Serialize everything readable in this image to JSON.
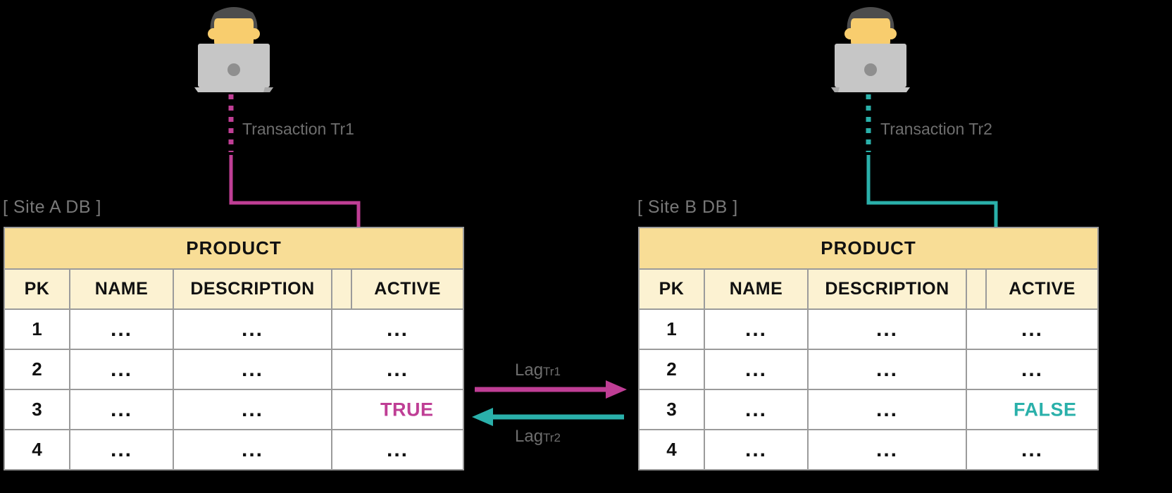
{
  "colors": {
    "tr1": "#bf3e95",
    "tr2": "#2ab0aa",
    "table_title_bg": "#f8dd96",
    "table_header_bg": "#fcf2d2",
    "table_border": "#9b9b9b",
    "label_text": "#6e6e6e",
    "background": "#000000",
    "shirt": "#f05454",
    "hair": "#4d4d4d",
    "skin": "#f8cd6e",
    "laptop": "#c6c6c6"
  },
  "sites": [
    {
      "id": "site-a",
      "label": "[ Site A DB ]",
      "actor_icon": "person-at-laptop-icon",
      "transaction_label": "Transaction Tr1",
      "accent": "#bf3e95",
      "table": {
        "title": "PRODUCT",
        "columns": [
          "PK",
          "NAME",
          "DESCRIPTION",
          "ACTIVE"
        ],
        "rows": [
          {
            "pk": "1",
            "name": "...",
            "description": "...",
            "active": "..."
          },
          {
            "pk": "2",
            "name": "...",
            "description": "...",
            "active": "..."
          },
          {
            "pk": "3",
            "name": "...",
            "description": "...",
            "active": ""
          },
          {
            "pk": "4",
            "name": "...",
            "description": "...",
            "active": "..."
          }
        ],
        "highlight_row_index": 2,
        "highlight_value": "TRUE"
      }
    },
    {
      "id": "site-b",
      "label": "[ Site B DB ]",
      "actor_icon": "person-at-laptop-icon",
      "transaction_label": "Transaction Tr2",
      "accent": "#2ab0aa",
      "table": {
        "title": "PRODUCT",
        "columns": [
          "PK",
          "NAME",
          "DESCRIPTION",
          "ACTIVE"
        ],
        "rows": [
          {
            "pk": "1",
            "name": "...",
            "description": "...",
            "active": "..."
          },
          {
            "pk": "2",
            "name": "...",
            "description": "...",
            "active": "..."
          },
          {
            "pk": "3",
            "name": "...",
            "description": "...",
            "active": ""
          },
          {
            "pk": "4",
            "name": "...",
            "description": "...",
            "active": "..."
          }
        ],
        "highlight_row_index": 2,
        "highlight_value": "FALSE"
      }
    }
  ],
  "replication": {
    "lag_forward": {
      "text": "Lag",
      "subscript": "Tr1",
      "direction": "right",
      "color": "#bf3e95"
    },
    "lag_backward": {
      "text": "Lag",
      "subscript": "Tr2",
      "direction": "left",
      "color": "#2ab0aa"
    }
  }
}
